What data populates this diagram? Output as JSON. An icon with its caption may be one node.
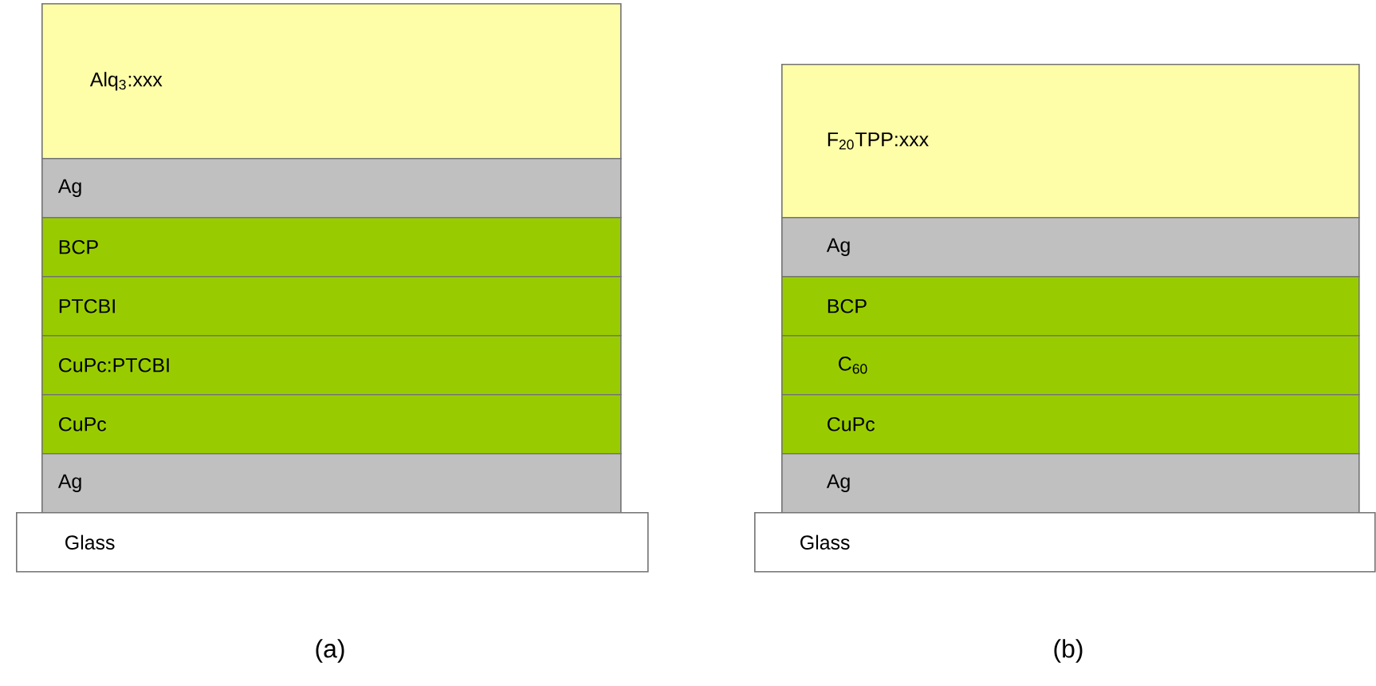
{
  "diagram": {
    "nodes": [
      {
        "text": [
          "Alq$_{3}$:xxx"
        ]
      },
      {
        "text": [
          "Ag"
        ]
      },
      {
        "text": [
          "BCP"
        ]
      },
      {
        "text": [
          "PTCBI"
        ]
      },
      {
        "text": [
          "CuPc:PTCBI"
        ]
      },
      {
        "text": [
          "CuPc"
        ]
      },
      {
        "text": [
          "Ag"
        ]
      },
      {
        "text": [
          "Glass"
        ]
      },
      {
        "text": [
          "F$_{20}$TPP:xxx"
        ]
      },
      {
        "text": [
          "Ag"
        ]
      },
      {
        "text": [
          "BCP"
        ]
      },
      {
        "text": [
          "C$_{60}$"
        ]
      },
      {
        "text": [
          "CuPc"
        ]
      },
      {
        "text": [
          "Ag"
        ]
      },
      {
        "text": [
          "Glass"
        ]
      }
    ],
    "labels": [
      "(a)",
      "(b)"
    ]
  }
}
